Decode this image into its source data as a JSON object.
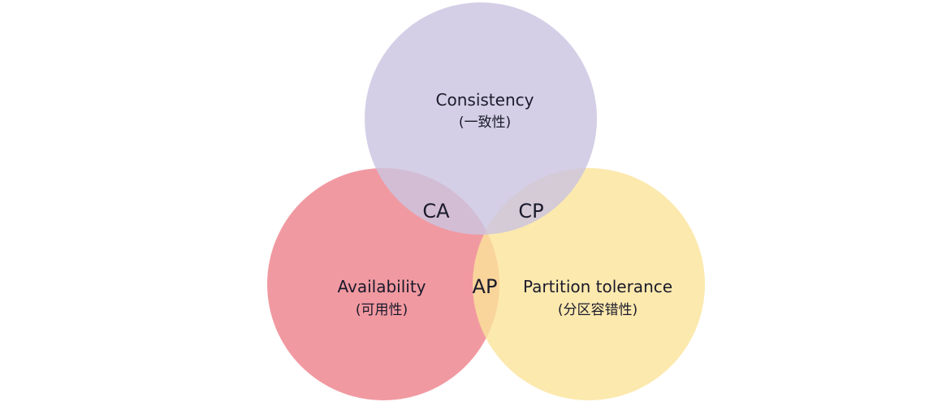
{
  "diagram": {
    "type": "venn",
    "sets": [
      {
        "id": "consistency",
        "label": "Consistency",
        "sublabel": "(一致性)",
        "color": "#CBC4E0"
      },
      {
        "id": "availability",
        "label": "Availability",
        "sublabel": "(可用性)",
        "color": "#F0939C"
      },
      {
        "id": "partition",
        "label": "Partition tolerance",
        "sublabel": "(分区容错性)",
        "color": "#FBE49A"
      }
    ],
    "intersections": {
      "ca": "CA",
      "cp": "CP",
      "ap": "AP"
    }
  }
}
